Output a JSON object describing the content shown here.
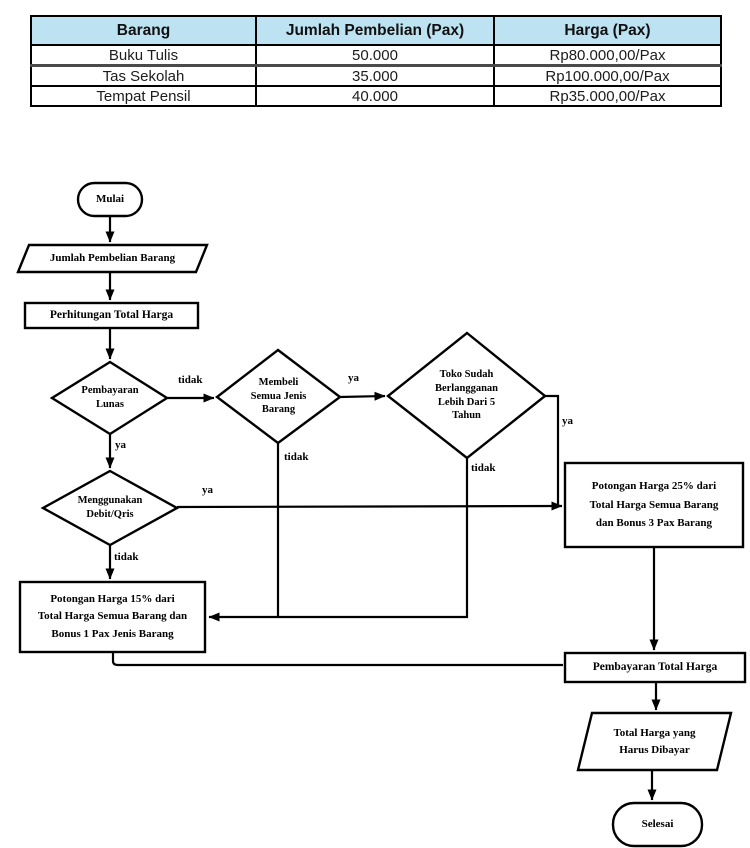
{
  "table": {
    "headers": [
      "Barang",
      "Jumlah Pembelian (Pax)",
      "Harga (Pax)"
    ],
    "rows": [
      [
        "Buku Tulis",
        "50.000",
        "Rp80.000,00/Pax"
      ],
      [
        "Tas Sekolah",
        "35.000",
        "Rp100.000,00/Pax"
      ],
      [
        "Tempat Pensil",
        "40.000",
        "Rp35.000,00/Pax"
      ]
    ],
    "header_bg": "#BDE2F1"
  },
  "flowchart": {
    "line_color": "#000000",
    "nodes": {
      "start": "Mulai",
      "input": "Jumlah Pembelian Barang",
      "process_total": "Perhitungan Total Harga",
      "decision_lunas": "Pembayaran\nLunas",
      "decision_semua": "Membeli\nSemua Jenis\nBarang",
      "decision_langganan": "Toko Sudah\nBerlangganan\nLebih Dari 5\nTahun",
      "decision_debit": "Menggunakan\nDebit/Qris",
      "discount15": "Potongan Harga 15% dari\nTotal Harga Semua Barang dan\nBonus 1 Pax Jenis Barang",
      "discount25": "Potongan Harga 25% dari\nTotal Harga Semua Barang\ndan Bonus 3 Pax Barang",
      "payment": "Pembayaran Total Harga",
      "output": "Total Harga yang\nHarus Dibayar",
      "end": "Selesai"
    },
    "labels": {
      "lunas_tidak": "tidak",
      "lunas_ya": "ya",
      "semua_ya": "ya",
      "semua_tidak": "tidak",
      "langganan_ya": "ya",
      "langganan_tidak": "tidak",
      "debit_ya": "ya",
      "debit_tidak": "tidak"
    }
  }
}
